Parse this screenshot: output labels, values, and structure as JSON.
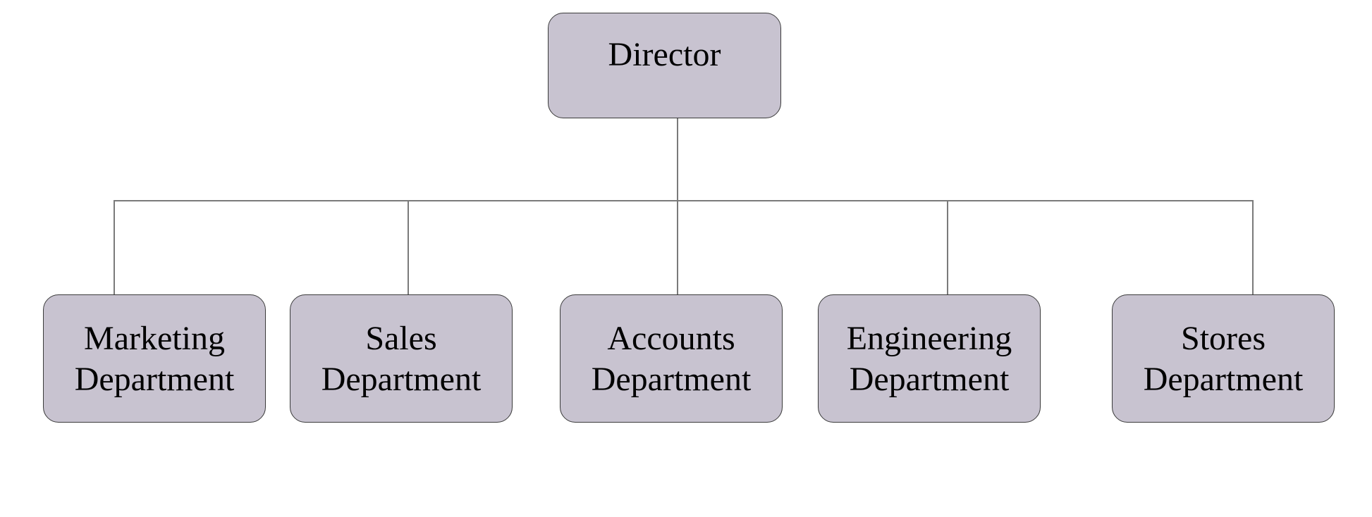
{
  "diagram": {
    "root": {
      "label": "Director"
    },
    "departments": [
      {
        "line1": "Marketing",
        "line2": "Department"
      },
      {
        "line1": "Sales",
        "line2": "Department"
      },
      {
        "line1": "Accounts",
        "line2": "Department"
      },
      {
        "line1": "Engineering",
        "line2": "Department"
      },
      {
        "line1": "Stores",
        "line2": "Department"
      }
    ],
    "colors": {
      "node_fill": "#c8c3d0",
      "node_border": "#3a3a3a",
      "connector": "#7a7a7a",
      "text": "#000000"
    }
  }
}
